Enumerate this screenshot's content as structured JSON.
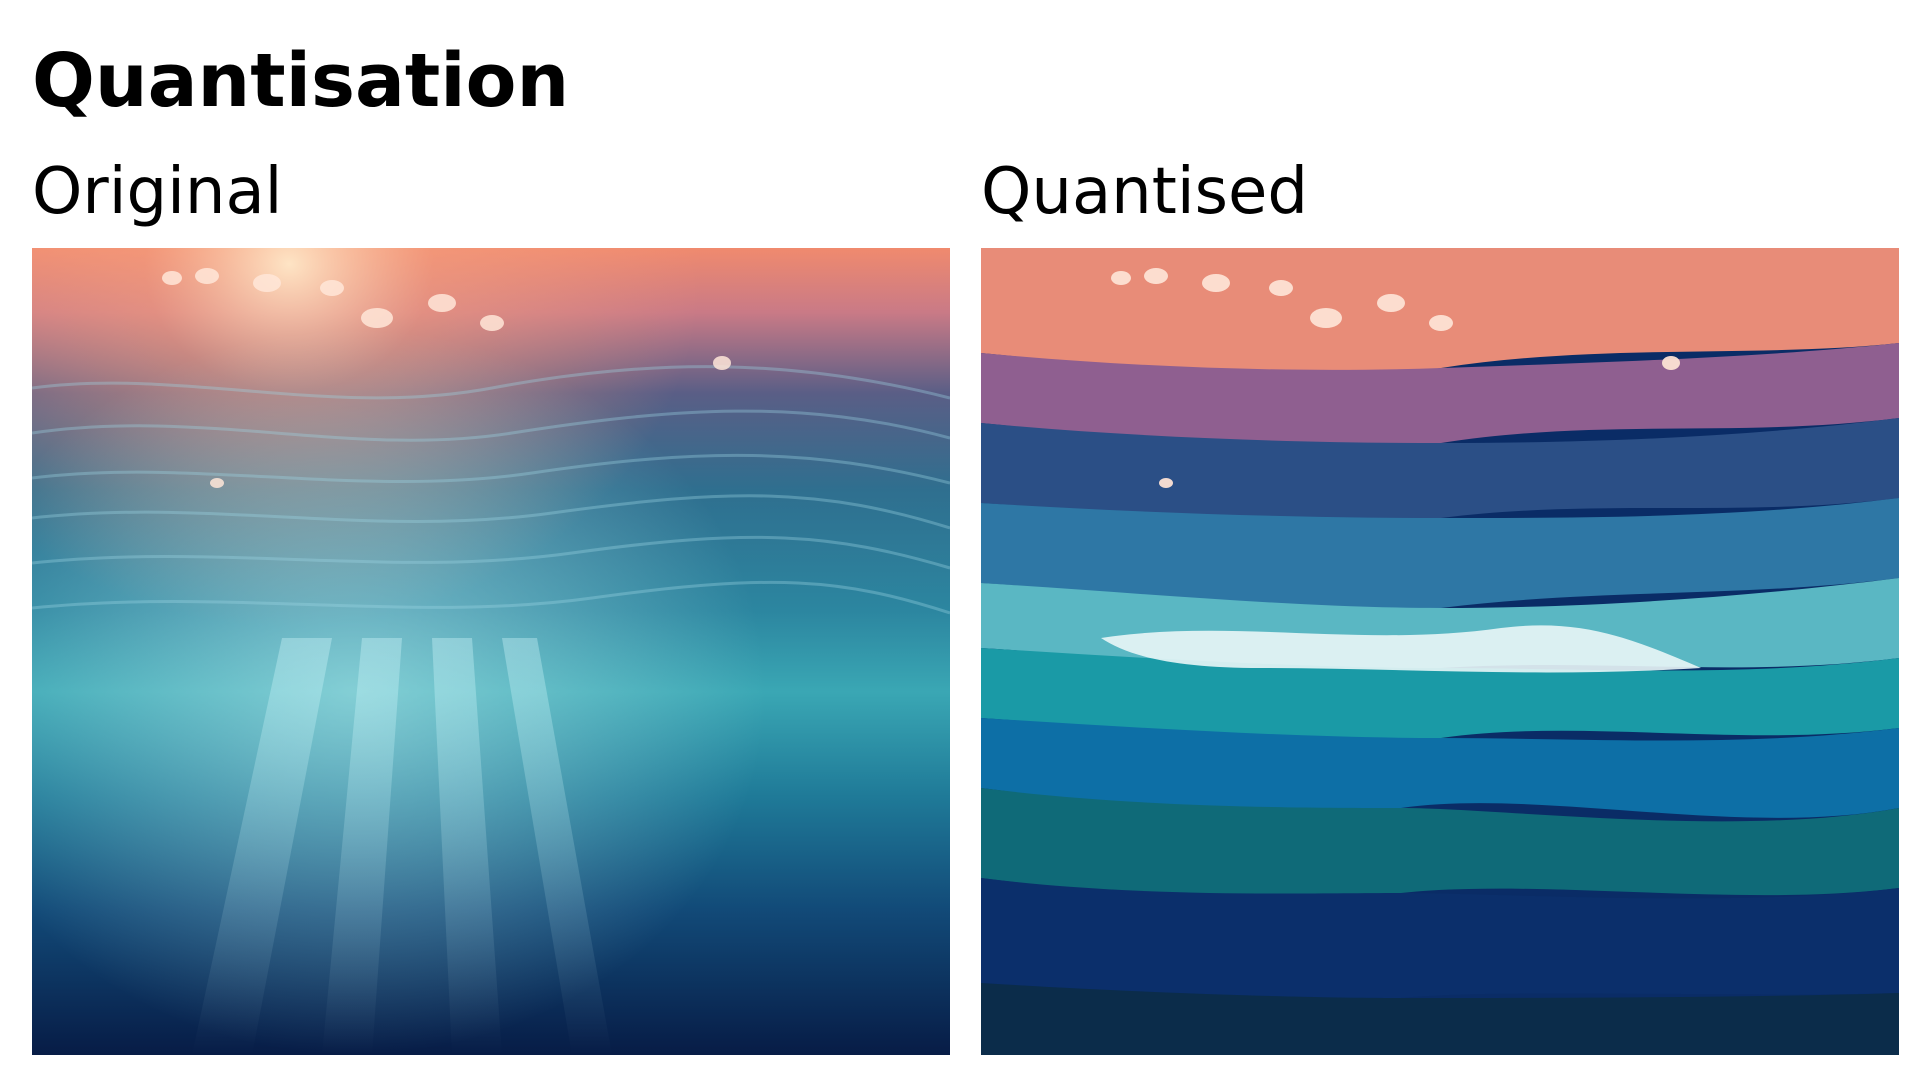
{
  "page": {
    "title": "Quantisation"
  },
  "panels": [
    {
      "label": "Original",
      "image": "underwater-sunlight-photo"
    },
    {
      "label": "Quantised",
      "image": "underwater-sunlight-photo-quantised"
    }
  ],
  "colors": {
    "background": "#ffffff",
    "text": "#000000"
  }
}
